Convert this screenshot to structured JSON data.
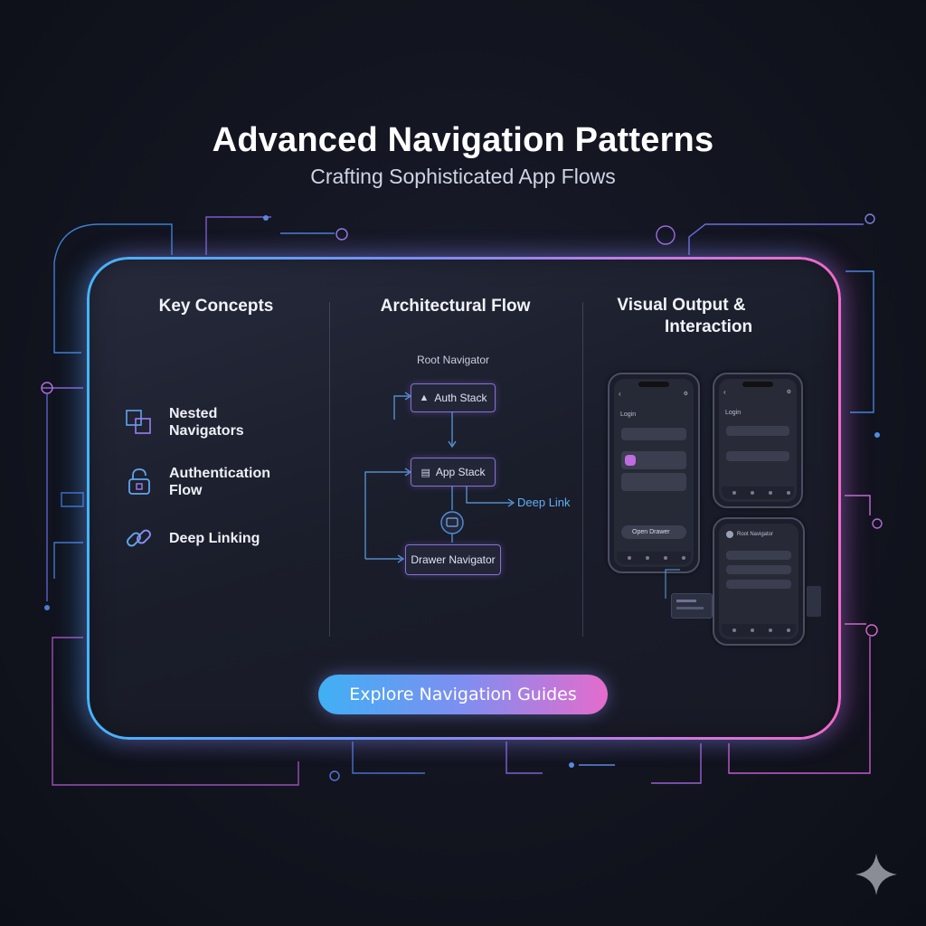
{
  "header": {
    "title": "Advanced Navigation Patterns",
    "subtitle": "Crafting Sophisticated App Flows"
  },
  "columns": {
    "key_concepts": {
      "heading": "Key Concepts",
      "items": [
        {
          "label": "Nested Navigators",
          "icon": "nested-squares-icon"
        },
        {
          "label": "Authentication Flow",
          "icon": "padlock-icon"
        },
        {
          "label": "Deep Linking",
          "icon": "chain-link-icon"
        }
      ]
    },
    "architectural_flow": {
      "heading": "Architectural Flow",
      "root_label": "Root Navigator",
      "nodes": [
        {
          "label": "Auth Stack",
          "icon": "user-icon"
        },
        {
          "label": "App Stack",
          "icon": "stack-icon"
        },
        {
          "label": "Drawer Navigator",
          "icon": ""
        }
      ],
      "deep_link_label": "Deep Link"
    },
    "visual_output": {
      "heading_line1": "Visual Output &",
      "heading_line2": "Interaction",
      "phone1": {
        "login_title": "Login",
        "open_drawer": "Open Drawer"
      },
      "phone2": {
        "login_title": "Login"
      },
      "phone3": {
        "header": "Root Navigator"
      }
    }
  },
  "cta": {
    "label": "Explore Navigation Guides"
  },
  "colors": {
    "accent_blue": "#45b4ff",
    "accent_pink": "#f068c8",
    "accent_purple": "#8a6fd6",
    "background": "#12141f"
  }
}
